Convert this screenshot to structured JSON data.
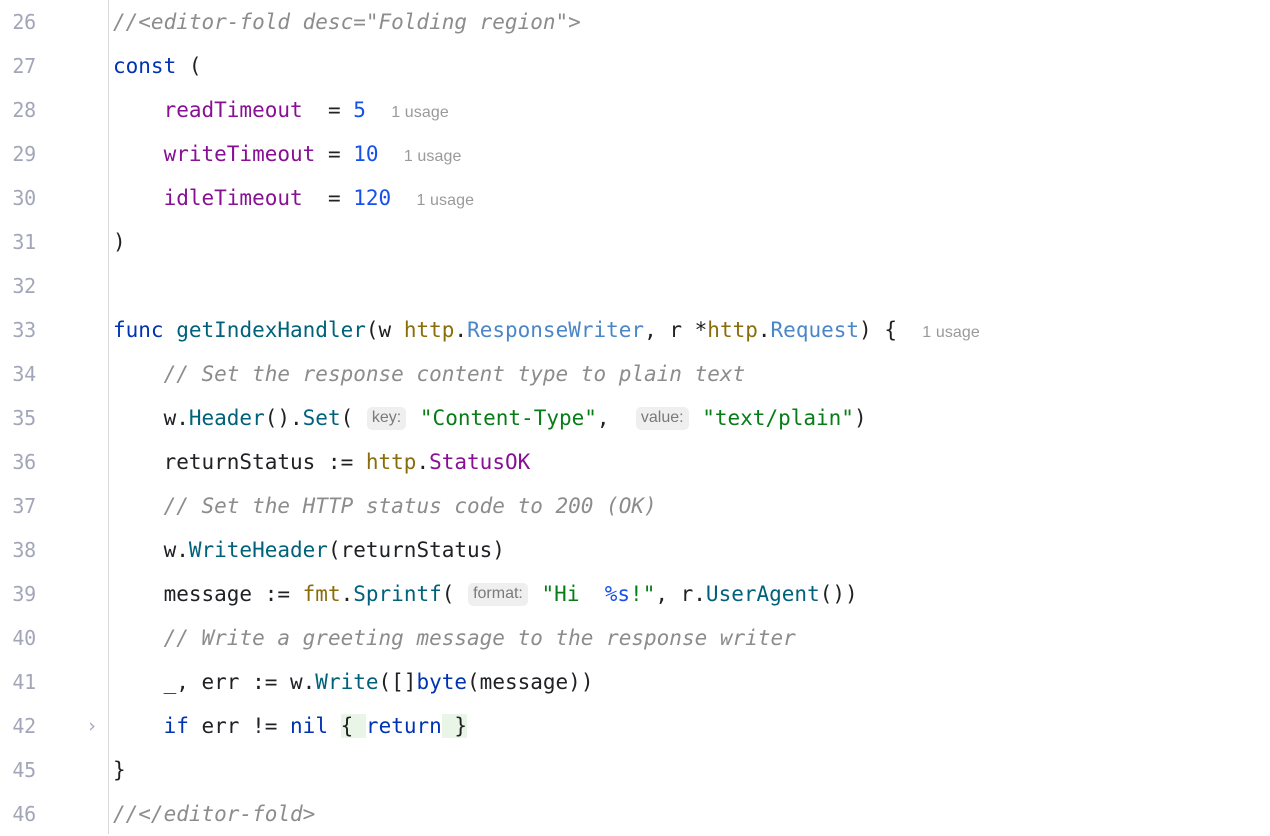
{
  "editor": {
    "language": "go",
    "background_color": "#ffffff",
    "gutter_rule_color": "#d8d8dd",
    "lineno_color": "#a2a6b8",
    "fold_highlight_color": "#e9f5e6",
    "hint_badge_background": "#efefef",
    "palette": {
      "comment": "#8c8c8c",
      "keyword": "#0033b3",
      "constant": "#871094",
      "number": "#1750eb",
      "plain": "#202124",
      "function": "#00627a",
      "package": "#8a6d0b",
      "type": "#4a86c8",
      "string": "#067d17",
      "format_verb": "#1750eb",
      "inlay_hint": "#9a9a9a"
    },
    "fold_marker_icon": "chevron-right-icon",
    "fold_marker_glyph": "›"
  },
  "lines": [
    {
      "no": "26",
      "fold": false,
      "tokens": [
        {
          "t": "comment",
          "s": "//<editor-fold desc=\"Folding region\">"
        }
      ]
    },
    {
      "no": "27",
      "fold": false,
      "tokens": [
        {
          "t": "keyword",
          "s": "const"
        },
        {
          "t": "plain",
          "s": " ("
        }
      ]
    },
    {
      "no": "28",
      "fold": false,
      "tokens": [
        {
          "t": "plain",
          "s": "    "
        },
        {
          "t": "const",
          "s": "readTimeout"
        },
        {
          "t": "plain",
          "s": "  = "
        },
        {
          "t": "number",
          "s": "5"
        },
        {
          "t": "usage",
          "s": "1 usage"
        }
      ]
    },
    {
      "no": "29",
      "fold": false,
      "tokens": [
        {
          "t": "plain",
          "s": "    "
        },
        {
          "t": "const",
          "s": "writeTimeout"
        },
        {
          "t": "plain",
          "s": " = "
        },
        {
          "t": "number",
          "s": "10"
        },
        {
          "t": "usage",
          "s": "1 usage"
        }
      ]
    },
    {
      "no": "30",
      "fold": false,
      "tokens": [
        {
          "t": "plain",
          "s": "    "
        },
        {
          "t": "const",
          "s": "idleTimeout"
        },
        {
          "t": "plain",
          "s": "  = "
        },
        {
          "t": "number",
          "s": "120"
        },
        {
          "t": "usage",
          "s": "1 usage"
        }
      ]
    },
    {
      "no": "31",
      "fold": false,
      "tokens": [
        {
          "t": "plain",
          "s": ")"
        }
      ]
    },
    {
      "no": "32",
      "fold": false,
      "tokens": []
    },
    {
      "no": "33",
      "fold": false,
      "tokens": [
        {
          "t": "keyword",
          "s": "func"
        },
        {
          "t": "plain",
          "s": " "
        },
        {
          "t": "func",
          "s": "getIndexHandler"
        },
        {
          "t": "plain",
          "s": "(w "
        },
        {
          "t": "pkg",
          "s": "http"
        },
        {
          "t": "plain",
          "s": "."
        },
        {
          "t": "type",
          "s": "ResponseWriter"
        },
        {
          "t": "plain",
          "s": ", r *"
        },
        {
          "t": "pkg",
          "s": "http"
        },
        {
          "t": "plain",
          "s": "."
        },
        {
          "t": "type",
          "s": "Request"
        },
        {
          "t": "plain",
          "s": ") {"
        },
        {
          "t": "usage",
          "s": "1 usage"
        }
      ]
    },
    {
      "no": "34",
      "fold": false,
      "tokens": [
        {
          "t": "plain",
          "s": "    "
        },
        {
          "t": "comment",
          "s": "// Set the response content type to plain text"
        }
      ]
    },
    {
      "no": "35",
      "fold": false,
      "tokens": [
        {
          "t": "plain",
          "s": "    w."
        },
        {
          "t": "func",
          "s": "Header"
        },
        {
          "t": "plain",
          "s": "()."
        },
        {
          "t": "func",
          "s": "Set"
        },
        {
          "t": "plain",
          "s": "("
        },
        {
          "t": "param",
          "s": "key:"
        },
        {
          "t": "string",
          "s": "\"Content-Type\""
        },
        {
          "t": "plain",
          "s": ", "
        },
        {
          "t": "param",
          "s": "value:"
        },
        {
          "t": "string",
          "s": "\"text/plain\""
        },
        {
          "t": "plain",
          "s": ")"
        }
      ]
    },
    {
      "no": "36",
      "fold": false,
      "tokens": [
        {
          "t": "plain",
          "s": "    returnStatus := "
        },
        {
          "t": "pkg",
          "s": "http"
        },
        {
          "t": "plain",
          "s": "."
        },
        {
          "t": "const",
          "s": "StatusOK"
        }
      ]
    },
    {
      "no": "37",
      "fold": false,
      "tokens": [
        {
          "t": "plain",
          "s": "    "
        },
        {
          "t": "comment",
          "s": "// Set the HTTP status code to 200 (OK)"
        }
      ]
    },
    {
      "no": "38",
      "fold": false,
      "tokens": [
        {
          "t": "plain",
          "s": "    w."
        },
        {
          "t": "func",
          "s": "WriteHeader"
        },
        {
          "t": "plain",
          "s": "(returnStatus)"
        }
      ]
    },
    {
      "no": "39",
      "fold": false,
      "tokens": [
        {
          "t": "plain",
          "s": "    message := "
        },
        {
          "t": "pkg",
          "s": "fmt"
        },
        {
          "t": "plain",
          "s": "."
        },
        {
          "t": "func",
          "s": "Sprintf"
        },
        {
          "t": "plain",
          "s": "("
        },
        {
          "t": "param",
          "s": "format:"
        },
        {
          "t": "string",
          "s": "\"Hi "
        },
        {
          "t": "verb",
          "s": " %s"
        },
        {
          "t": "string",
          "s": "!\""
        },
        {
          "t": "plain",
          "s": ", r."
        },
        {
          "t": "func",
          "s": "UserAgent"
        },
        {
          "t": "plain",
          "s": "())"
        }
      ]
    },
    {
      "no": "40",
      "fold": false,
      "tokens": [
        {
          "t": "plain",
          "s": "    "
        },
        {
          "t": "comment",
          "s": "// Write a greeting message to the response writer"
        }
      ]
    },
    {
      "no": "41",
      "fold": false,
      "tokens": [
        {
          "t": "plain",
          "s": "    _, err := w."
        },
        {
          "t": "func",
          "s": "Write"
        },
        {
          "t": "plain",
          "s": "([]"
        },
        {
          "t": "builtin",
          "s": "byte"
        },
        {
          "t": "plain",
          "s": "(message))"
        }
      ]
    },
    {
      "no": "42",
      "fold": true,
      "tokens": [
        {
          "t": "plain",
          "s": "    "
        },
        {
          "t": "keyword",
          "s": "if"
        },
        {
          "t": "plain",
          "s": " err != "
        },
        {
          "t": "keyword",
          "s": "nil"
        },
        {
          "t": "plain",
          "s": " "
        },
        {
          "t": "foldopen",
          "s": "{ "
        },
        {
          "t": "keyword",
          "s": "return"
        },
        {
          "t": "foldclose",
          "s": " }"
        }
      ]
    },
    {
      "no": "45",
      "fold": false,
      "tokens": [
        {
          "t": "plain",
          "s": "}"
        }
      ]
    },
    {
      "no": "46",
      "fold": false,
      "tokens": [
        {
          "t": "comment",
          "s": "//</editor-fold>"
        }
      ]
    }
  ]
}
